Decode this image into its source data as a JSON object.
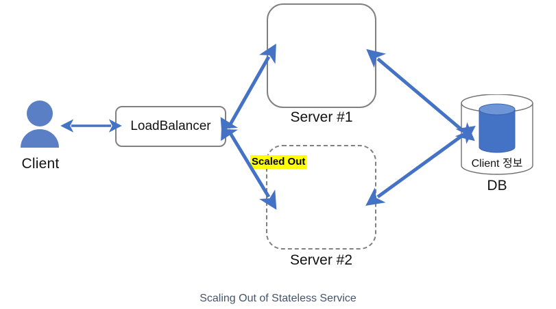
{
  "diagram": {
    "caption": "Scaling Out of Stateless Service",
    "background": "#ffffff",
    "arrow_color": "#4472c4",
    "node_border_color": "#808080",
    "highlight_color": "#ffff00",
    "caption_color": "#44546a",
    "client_icon_color": "#5b7fc4",
    "db_fill_color": "#4472c4"
  },
  "nodes": {
    "client": {
      "label": "Client",
      "icon": "person-icon"
    },
    "loadbalancer": {
      "label": "LoadBalancer"
    },
    "server1": {
      "label": "Server #1",
      "style": "solid"
    },
    "server2": {
      "label": "Server #2",
      "style": "dashed",
      "badge": "Scaled Out"
    },
    "db": {
      "label": "DB",
      "inner_label": "Client 정보",
      "icon": "database-cylinder-icon"
    }
  },
  "edges": [
    {
      "name": "client-to-loadbalancer",
      "from": "client",
      "to": "loadbalancer",
      "direction": "bidirectional"
    },
    {
      "name": "loadbalancer-to-server1",
      "from": "loadbalancer",
      "to": "server1",
      "direction": "bidirectional"
    },
    {
      "name": "loadbalancer-to-server2",
      "from": "loadbalancer",
      "to": "server2",
      "direction": "bidirectional"
    },
    {
      "name": "server1-to-db",
      "from": "server1",
      "to": "db",
      "direction": "bidirectional"
    },
    {
      "name": "server2-to-db",
      "from": "server2",
      "to": "db",
      "direction": "bidirectional"
    }
  ]
}
